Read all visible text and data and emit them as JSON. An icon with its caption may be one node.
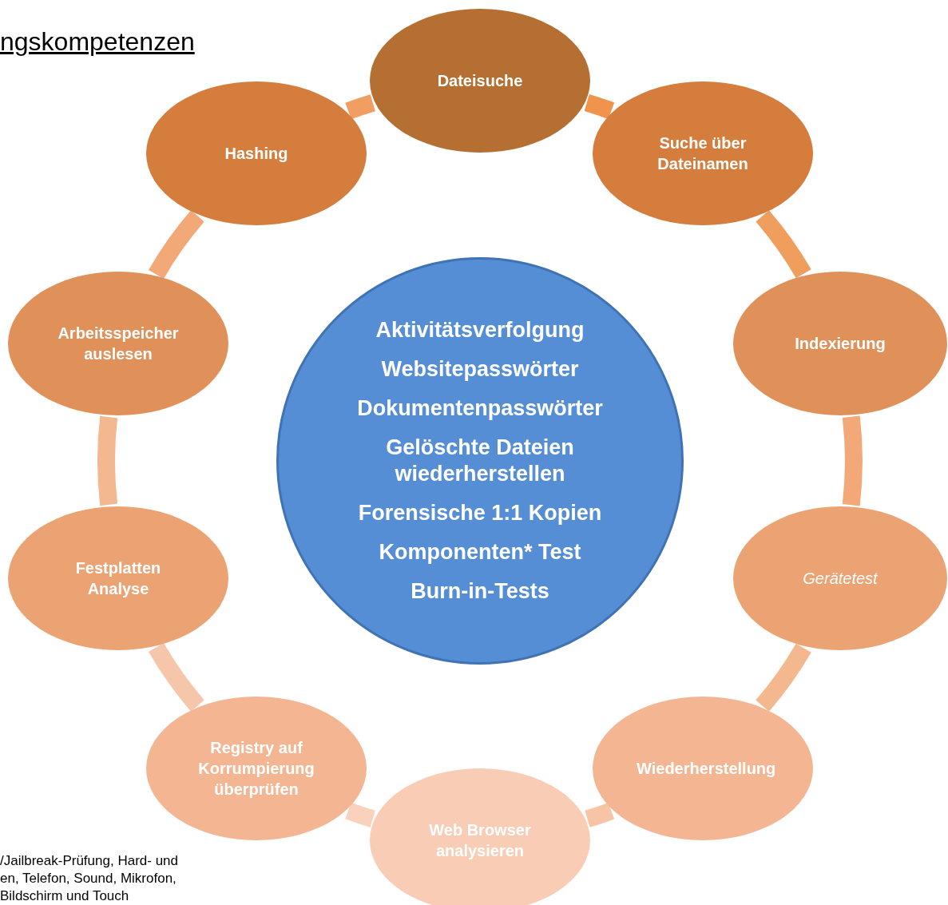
{
  "diagram": {
    "title": "ngskompetenzen",
    "nodes": [
      {
        "text": [
          "Dateisuche"
        ]
      },
      {
        "text": [
          "Suche  über Dateinamen"
        ]
      },
      {
        "text": [
          "Indexierung"
        ]
      },
      {
        "text": [
          "Gerätetest"
        ]
      },
      {
        "text": [
          "Wiederherstellung"
        ]
      },
      {
        "text": [
          "Web Browser analysieren"
        ]
      },
      {
        "text": [
          "Registry auf Korrumpierung überprüfen"
        ]
      },
      {
        "text": [
          "Festplatten Analyse"
        ]
      },
      {
        "text": [
          "Arbeitsspeicher auslesen"
        ]
      },
      {
        "text": [
          "Hashing"
        ]
      },
      {
        "text": [
          "Aktivitätsverfolgung",
          "Websitepasswörter",
          "Dokumentenpasswörter",
          "Gelöschte Dateien wiederherstellen",
          "Forensische 1:1 Kopien",
          "Komponenten* Test",
          "Burn-in-Tests"
        ]
      }
    ],
    "edges": [
      {
        "from": 0,
        "to": 1,
        "arrow": "none",
        "color": "#f0934c"
      },
      {
        "from": 1,
        "to": 2,
        "arrow": "none",
        "color": "#f09e5e"
      },
      {
        "from": 2,
        "to": 3,
        "arrow": "none",
        "color": "#f2a877"
      },
      {
        "from": 3,
        "to": 4,
        "arrow": "none",
        "color": "#f4b88e"
      },
      {
        "from": 4,
        "to": 5,
        "arrow": "none",
        "color": "#f7c4a6"
      },
      {
        "from": 5,
        "to": 6,
        "arrow": "none",
        "color": "#f9d2bd"
      },
      {
        "from": 6,
        "to": 7,
        "arrow": "none",
        "color": "#f6c6aa"
      },
      {
        "from": 7,
        "to": 8,
        "arrow": "none",
        "color": "#f4b890"
      },
      {
        "from": 8,
        "to": 9,
        "arrow": "none",
        "color": "#f2a877"
      },
      {
        "from": 9,
        "to": 0,
        "arrow": "none",
        "color": "#f09e62"
      }
    ],
    "labels": [
      "/Jailbreak-Prüfung, Hard- und",
      "en, Telefon, Sound, Mikrofon,",
      "Bildschirm und Touch"
    ]
  }
}
